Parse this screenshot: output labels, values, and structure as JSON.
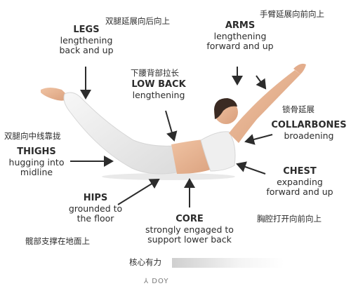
{
  "legs": {
    "zh": "双腿延展向后向上",
    "title": "LEGS",
    "desc1": "lengthening",
    "desc2": "back and up"
  },
  "arms": {
    "zh": "手臂延展向前向上",
    "title": "ARMS",
    "desc1": "lengthening",
    "desc2": "forward and up"
  },
  "low_back": {
    "zh": "下腰背部拉长",
    "title": "LOW BACK",
    "desc1": "lengthening"
  },
  "collarbones": {
    "zh": "锁骨延展",
    "title": "COLLARBONES",
    "desc1": "broadening"
  },
  "thighs": {
    "zh": "双腿向中线靠拢",
    "title": "THIGHS",
    "desc1": "hugging into",
    "desc2": "midline"
  },
  "chest": {
    "title": "CHEST",
    "desc1": "expanding",
    "desc2": "forward and up",
    "zh": "胸腔打开向前向上"
  },
  "hips": {
    "title": "HIPS",
    "desc1": "grounded to",
    "desc2": "the floor",
    "zh": "髋部支撑在地面上"
  },
  "core": {
    "title": "CORE",
    "desc1": "strongly engaged to",
    "desc2": "support lower back",
    "zh": "核心有力"
  },
  "footer": {
    "brand": "DOY"
  },
  "colors": {
    "text": "#2c2c2c",
    "skin": "#e8b493",
    "clothing": "#ececec",
    "hair": "#3a2a22",
    "arrow": "#2c2c2c"
  }
}
